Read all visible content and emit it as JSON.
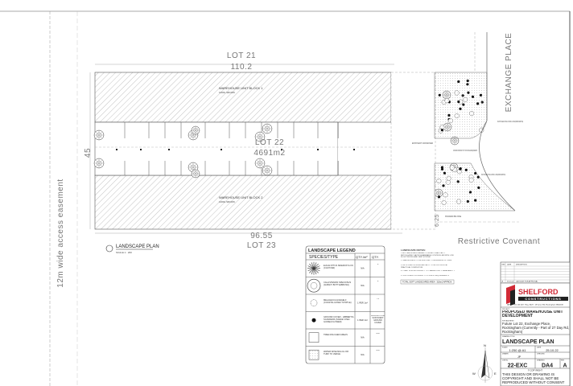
{
  "plan": {
    "lot_north": "LOT 21",
    "lot_south": "LOT 23",
    "lot_center": "LOT 22",
    "area": "4691m2",
    "dim_top": "110.2",
    "dim_bottom": "96.55",
    "dim_left": "45",
    "dim_right": "6.25",
    "easement": "12m wide access easement",
    "street": "EXCHANGE PLACE",
    "covenant": "Restrictive Covenant",
    "block1_name": "WAREHOUSE UNIT BLOCK 1",
    "block1_area": "1200L.SRCMC",
    "block2_name": "WAREHOUSE UNIT BLOCK 2",
    "block2_area": "1200L.SRCMC",
    "plan_title": "LANDSCAPE PLAN",
    "plan_scale": "SCALE 1 : 200",
    "callouts": [
      "PLANT MIN HEIGHT 300mm WITHIN 1m ZONE (WATER SENSITIVE)",
      "CONCRETE CROSSOVER TO CITY OF ROCKINGHAM REQUIREMENTS",
      "PLANT MIN HEIGHT 300mm WITHIN 1m ZONE (WATER SENSITIVE)",
      "STANDARD BIN ZONE",
      "ENTRY/EXIT CROSSOVER"
    ]
  },
  "legend": {
    "title": "LANDSCAPE LEGEND",
    "headers": [
      "SPECIES/TYPE",
      "QTY./m²",
      "QTY."
    ],
    "rows": [
      {
        "icon": "large-tree-icon",
        "name": "EUCALYPTUS SIDEROXYLON (CULTIVAR)",
        "qty_m2": "N/A",
        "qty": "8"
      },
      {
        "icon": "medium-tree-icon",
        "name": "CALLISTEMON SPECIOSUS (ALBANY BOTTLEBRUSH)",
        "qty_m2": "N/A",
        "qty": "8"
      },
      {
        "icon": "shrub-icon",
        "name": "MELALEUCA HUEGELII (COASTAL HONEY MYRTLE)",
        "qty_m2": "1 PER 1m²",
        "qty": "74"
      },
      {
        "icon": "groundcover-icon",
        "name": "GROUND COVER - HIBBERTIA SCANDENS (SNAKE VINE / GUINEA FLOWER)",
        "qty_m2": "1 PER 1m²",
        "qty": "ENOUGH FOR SUFFICIENT GROUND COVER"
      },
      {
        "icon": "mulch-area-icon",
        "name": "TREE MULCHED AREAS",
        "qty_m2": "N/A",
        "qty": "N/A"
      },
      {
        "icon": "gravel-area-icon",
        "name": "WATER WISE MULCH OR TURF TO VERGE",
        "qty_m2": "N/A",
        "qty": "N/A"
      }
    ]
  },
  "notes": {
    "title": "LANDSCAPE NOTES:",
    "items": [
      "1. ALL LANDSCAPED AREAS TO BE AUTOMATICALLY RETICULATED VIA PROGRAMMABLE CONTROLLER WITH LOW FLOW TRICKLE AND DRIP SYSTEM",
      "2. GARDEN BEDS TO BE MULCHED TO A MINIMUM OF 75mm",
      "3. RETICULATION SUBSTANTIALLY TO BE PROVIDED AT PRACTICAL COMPLETION",
      "4. PLANT SPECIES SUBJECT TO CHANGE DUE TO AVAILABILITY",
      "5. SOFTSCAPE ON VERGE TO COUNCIL REQUIREMENTS"
    ],
    "total": "TOTAL SOFT LANDSCAPED AREA - 318m2 APPROX."
  },
  "titleblock": {
    "rev_headers": [
      "REV",
      "DATE",
      "DESCRIPTION"
    ],
    "rev_row": [
      "A",
      "25.10.22",
      "DA ISSUE FOR APPROVAL"
    ],
    "brand_name": "SHELFORD",
    "brand_sub": "CONSTRUCTIONS",
    "address": "ABN 17 161 246 049 · Reg. 8429 · 18 Vance Rd, Rockingham WA 6168",
    "project_label": "PROJECT",
    "project": "PROPOSED WAREHOUSE UNIT DEVELOPMENT",
    "site_label": "SITE ADDRESS",
    "site": "Future Lot 22, Exchange Place, Rockingham (Currently - Part of 27 Day Rd, Rockingham)",
    "drawing_label": "DRAWING TITLE",
    "drawing_title": "LANDSCAPE PLAN",
    "scale_label": "SCALE",
    "scale": "1:250 @ A1",
    "date_label": "DATE",
    "date": "25.10.22",
    "drawn_label": "DRAWN",
    "drawn": "JP",
    "checked_label": "CHECKED",
    "job_label": "JOB No.",
    "job": "22-EXC",
    "dwg_label": "DRAWING",
    "dwg": "DA4",
    "rev_label": "REV",
    "rev": "A",
    "copyright": "© COPYRIGHT",
    "disclaimer": "THIS DESIGN OR DRAWING IS COPYRIGHT AND SHALL NOT BE REPRODUCED WITHOUT CONSENT",
    "brand_color": "#d12a36"
  },
  "north": {
    "n": "N",
    "e": "E",
    "w": "W"
  }
}
